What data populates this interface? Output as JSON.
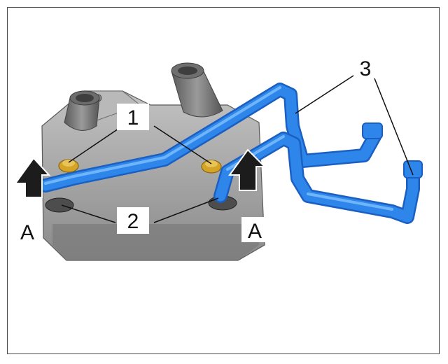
{
  "callouts": {
    "one": "1",
    "two": "2",
    "three": "3",
    "view_left": "A",
    "view_right": "A"
  },
  "colors": {
    "pipe": "#2f86ea",
    "pipe_dark": "#1a5fc2",
    "pipe_light": "#7fc0ff",
    "housing": "#a7a7a7",
    "housing_dark": "#6d6d6d",
    "bolt": "#d4a427",
    "arrow": "#1c1c1c"
  },
  "icons": {
    "arrow": "arrow-up-icon"
  }
}
